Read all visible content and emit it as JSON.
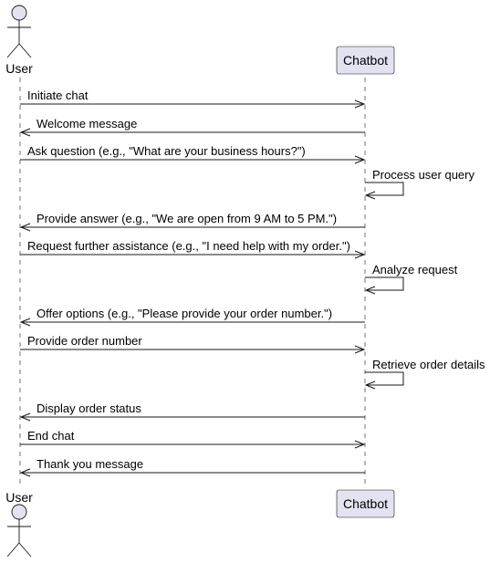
{
  "participants": {
    "user": {
      "label": "User",
      "kind": "actor"
    },
    "bot": {
      "label": "Chatbot",
      "kind": "participant"
    }
  },
  "messages": [
    {
      "from": "user",
      "to": "bot",
      "text": "Initiate chat"
    },
    {
      "from": "bot",
      "to": "user",
      "text": "Welcome message"
    },
    {
      "from": "user",
      "to": "bot",
      "text": "Ask question (e.g., \"What are your business hours?\")"
    },
    {
      "from": "bot",
      "to": "bot",
      "text": "Process user query"
    },
    {
      "from": "bot",
      "to": "user",
      "text": "Provide answer (e.g., \"We are open from 9 AM to 5 PM.\")"
    },
    {
      "from": "user",
      "to": "bot",
      "text": "Request further assistance (e.g., \"I need help with my order.\")"
    },
    {
      "from": "bot",
      "to": "bot",
      "text": "Analyze request"
    },
    {
      "from": "bot",
      "to": "user",
      "text": "Offer options (e.g., \"Please provide your order number.\")"
    },
    {
      "from": "user",
      "to": "bot",
      "text": "Provide order number"
    },
    {
      "from": "bot",
      "to": "bot",
      "text": "Retrieve order details"
    },
    {
      "from": "bot",
      "to": "user",
      "text": "Display order status"
    },
    {
      "from": "user",
      "to": "bot",
      "text": "End chat"
    },
    {
      "from": "bot",
      "to": "user",
      "text": "Thank you message"
    }
  ],
  "colors": {
    "participant_fill": "#E2E2F0",
    "participant_stroke": "#181818",
    "lifeline": "#181818",
    "arrow": "#181818"
  }
}
